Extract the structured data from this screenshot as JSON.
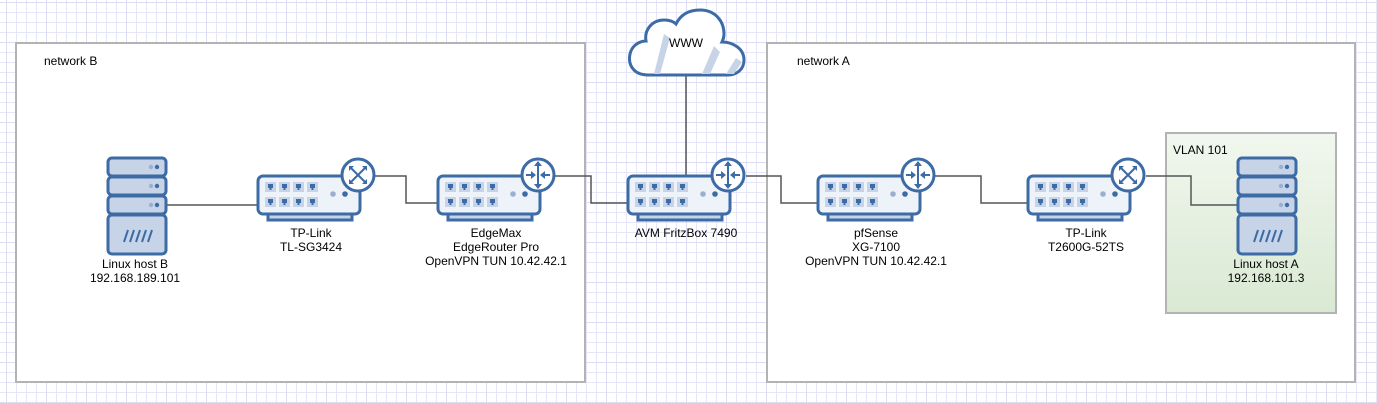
{
  "diagram": {
    "title": "Site-to-site OpenVPN network diagram",
    "colors": {
      "device_stroke": "#3c6ba5",
      "device_fill": "#eef2f9",
      "port_fill": "#c7d4e8",
      "connector": "#555555",
      "container_border": "#b3b3b3",
      "vlan_fill_top": "#f1f7ee",
      "vlan_fill_bottom": "#d9e9d3"
    },
    "cloud": {
      "label": "WWW"
    },
    "groups": {
      "network_b": {
        "label": "network B"
      },
      "network_a": {
        "label": "network A"
      },
      "vlan": {
        "label": "VLAN 101"
      }
    },
    "nodes": {
      "linux_b": {
        "type": "server",
        "lines": [
          "Linux host B",
          "192.168.189.101"
        ]
      },
      "tplink_b": {
        "type": "switch",
        "lines": [
          "TP-Link",
          "TL-SG3424"
        ]
      },
      "edgemax": {
        "type": "router",
        "lines": [
          "EdgeMax",
          "EdgeRouter Pro",
          "OpenVPN TUN 10.42.42.1"
        ]
      },
      "fritzbox": {
        "type": "router",
        "lines": [
          "AVM FritzBox 7490"
        ]
      },
      "pfsense": {
        "type": "router",
        "lines": [
          "pfSense",
          "XG-7100",
          "OpenVPN TUN 10.42.42.1"
        ]
      },
      "tplink_a": {
        "type": "switch",
        "lines": [
          "TP-Link",
          "T2600G-52TS"
        ]
      },
      "linux_a": {
        "type": "server",
        "lines": [
          "Linux host A",
          "192.168.101.3"
        ]
      }
    },
    "links": [
      [
        "linux_b",
        "tplink_b"
      ],
      [
        "tplink_b",
        "edgemax"
      ],
      [
        "edgemax",
        "fritzbox"
      ],
      [
        "fritzbox",
        "cloud"
      ],
      [
        "fritzbox",
        "pfsense"
      ],
      [
        "pfsense",
        "tplink_a"
      ],
      [
        "tplink_a",
        "linux_a"
      ]
    ]
  }
}
